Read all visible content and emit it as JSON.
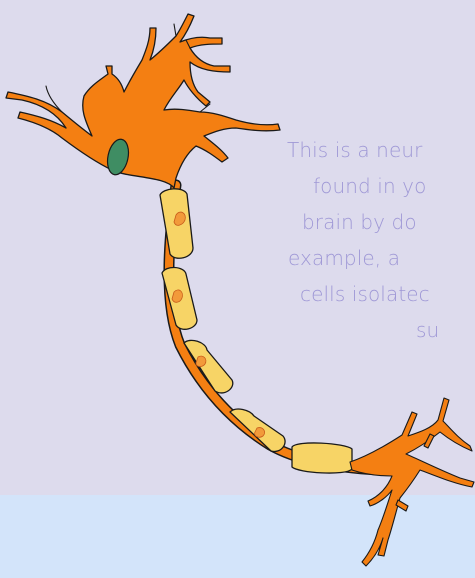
{
  "colors": {
    "background": "#dddbed",
    "bottom_band": "#d3e4fa",
    "neuron_body": "#f47f12",
    "neuron_outline": "#1a1a1a",
    "nucleus": "#3f8d63",
    "myelin": "#f7d466",
    "myelin_nucleus": "#f29a3a",
    "caption_text": "#9f98d6"
  },
  "illustration": {
    "icon": "neuron-illustration"
  },
  "caption": {
    "lines": [
      "This is a neur",
      "found in yo",
      "brain by do",
      "example, a",
      "cells isolatec",
      "su"
    ]
  }
}
